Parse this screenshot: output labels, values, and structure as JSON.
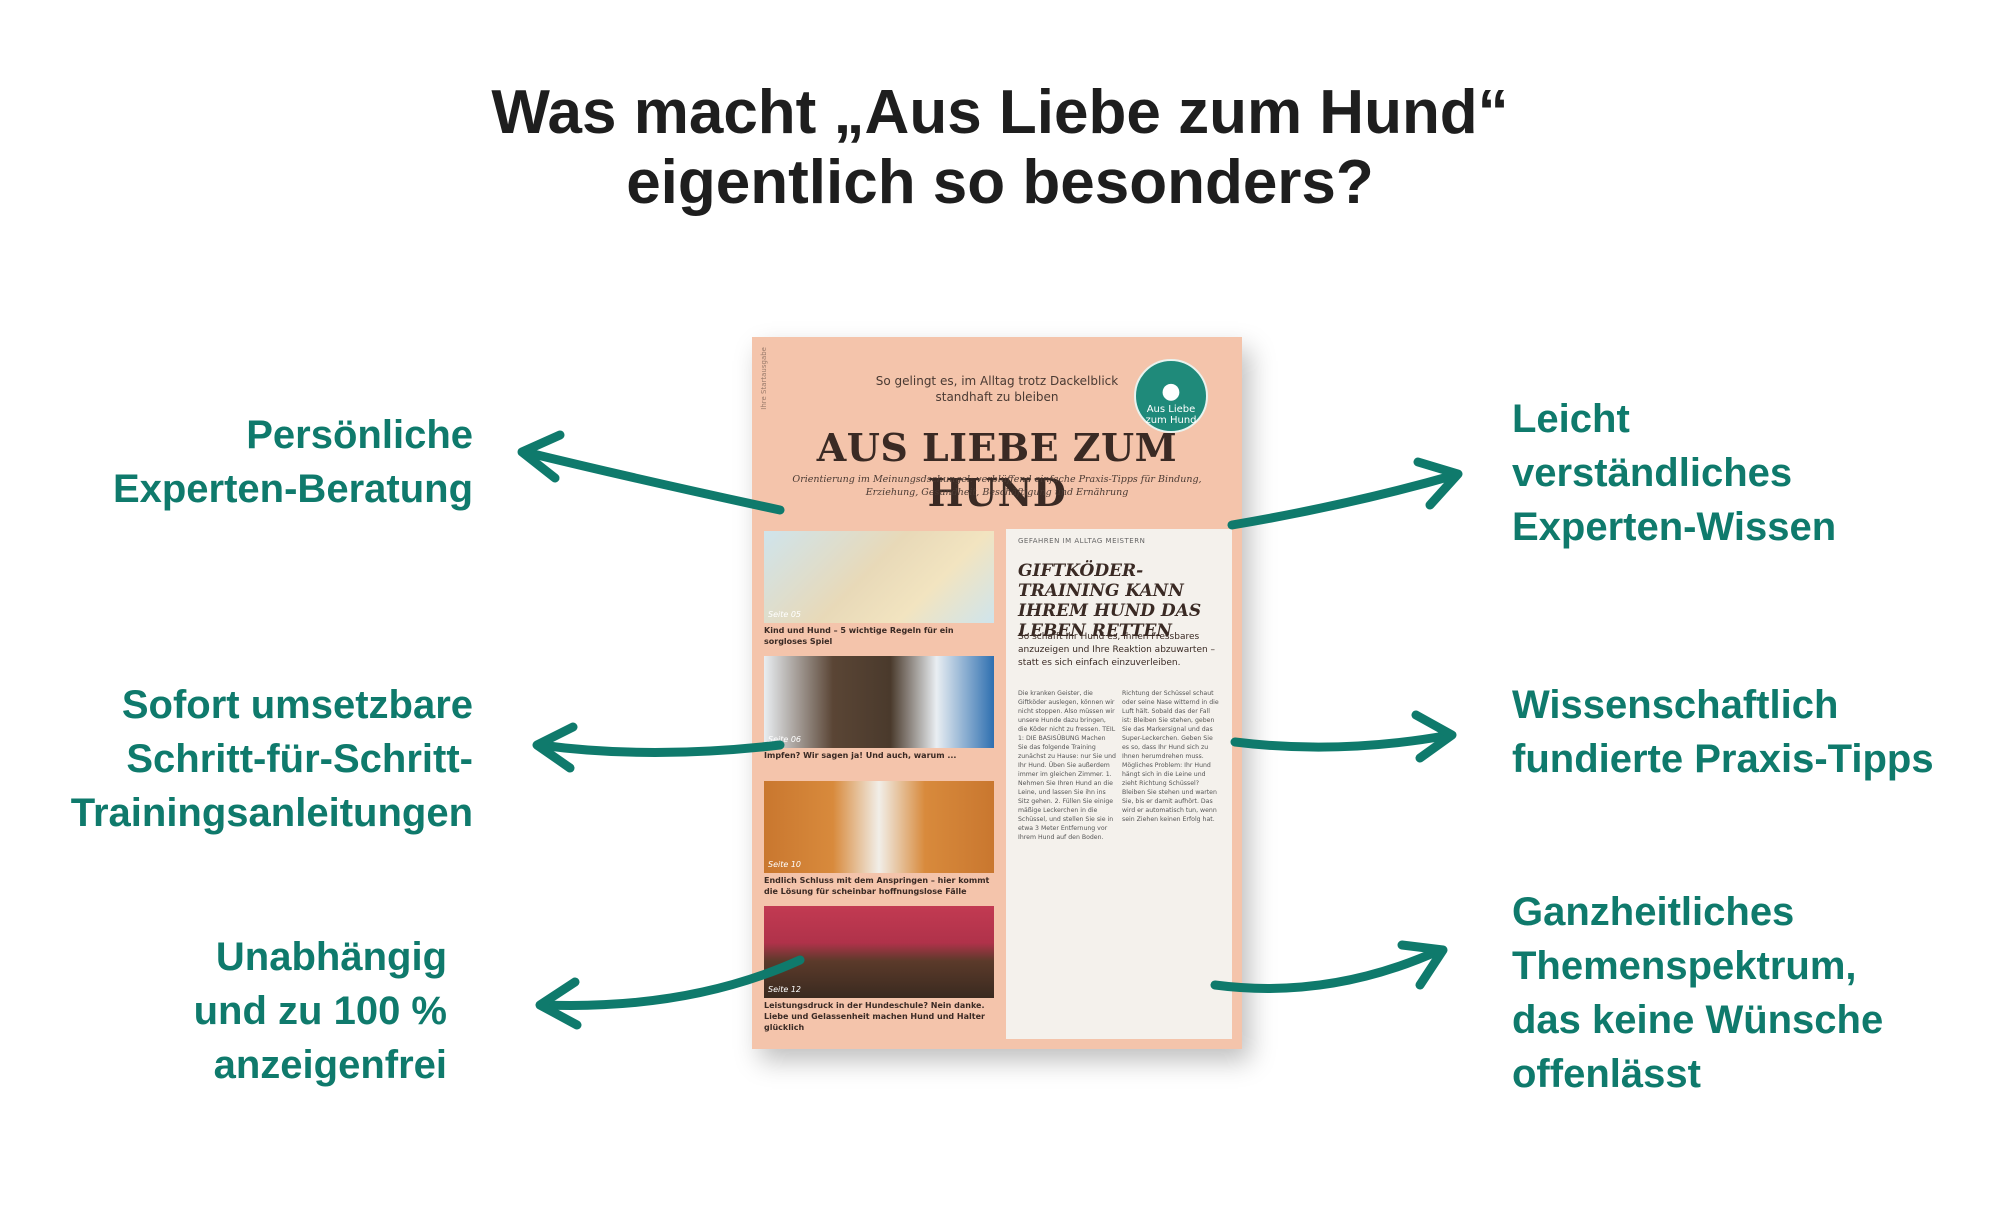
{
  "headline": {
    "line1": "Was macht „Aus Liebe zum Hund“",
    "line2": "eigentlich so besonders?"
  },
  "features_left": [
    {
      "lines": [
        "Persönliche",
        "Experten-Beratung"
      ]
    },
    {
      "lines": [
        "Sofort umsetzbare",
        "Schritt-für-Schritt-",
        "Trainingsanleitungen"
      ]
    },
    {
      "lines": [
        "Unabhängig",
        "und zu 100 %",
        "anzeigenfrei"
      ]
    }
  ],
  "features_right": [
    {
      "lines": [
        "Leicht",
        "verständliches",
        "Experten-Wissen"
      ]
    },
    {
      "lines": [
        "Wissenschaftlich",
        "fundierte Praxis-Tipps"
      ]
    },
    {
      "lines": [
        "Ganzheitliches",
        "Themenspektrum,",
        "das keine Wünsche",
        "offenlässt"
      ]
    }
  ],
  "colors": {
    "accent": "#0f7a6c",
    "heading": "#1e1e1e",
    "cover": "#f4c4ab"
  },
  "magazine": {
    "spine_text": "Ihre Startausgabe",
    "tagline": "So gelingt es, im Alltag trotz Dackelblick standhaft zu bleiben",
    "badge": "Aus Liebe zum Hund",
    "badge_icon": "paw-icon",
    "masthead": "AUS LIEBE ZUM HUND",
    "subtitle": "Orientierung im Meinungsdschungel: verblüffend einfache Praxis-Tipps für Bindung, Erziehung, Gesundheit, Beschäftigung und Ernährung",
    "teasers": [
      {
        "page": "Seite 05",
        "caption": "Kind und Hund – 5 wichtige Regeln für ein sorgloses Spiel"
      },
      {
        "page": "Seite 06",
        "caption": "Impfen? Wir sagen ja! Und auch, warum ..."
      },
      {
        "page": "Seite 10",
        "caption": "Endlich Schluss mit dem Anspringen – hier kommt die Lösung für scheinbar hoffnungslose Fälle"
      },
      {
        "page": "Seite 12",
        "caption": "Leistungsdruck in der Hundeschule? Nein danke. Liebe und Gelassenheit machen Hund und Halter glücklich"
      }
    ],
    "article": {
      "kicker": "GEFAHREN IM ALLTAG MEISTERN",
      "title": "GIFTKÖDER-TRAINING KANN IHREM HUND DAS LEBEN RETTEN",
      "lead": "So schafft Ihr Hund es, Ihnen Fressbares anzuzeigen und Ihre Reaktion abzuwarten – statt es sich einfach einzuverleiben.",
      "col1": "Die kranken Geister, die Giftköder auslegen, können wir nicht stoppen. Also müssen wir unsere Hunde dazu bringen, die Köder nicht zu fressen. TEIL 1: DIE BASISÜBUNG Machen Sie das folgende Training zunächst zu Hause: nur Sie und Ihr Hund. Üben Sie außerdem immer im gleichen Zimmer. 1. Nehmen Sie Ihren Hund an die Leine, und lassen Sie ihn ins Sitz gehen. 2. Füllen Sie einige mäßige Leckerchen in die Schüssel, und stellen Sie sie in etwa 3 Meter Entfernung vor Ihrem Hund auf den Boden.",
      "col2": "Richtung der Schüssel schaut oder seine Nase witternd in die Luft hält. Sobald das der Fall ist: Bleiben Sie stehen, geben Sie das Markersignal und das Super-Leckerchen. Geben Sie es so, dass Ihr Hund sich zu Ihnen herumdrehen muss. Mögliches Problem: Ihr Hund hängt sich in die Leine und zieht Richtung Schüssel? Bleiben Sie stehen und warten Sie, bis er damit aufhört. Das wird er automatisch tun, wenn sein Ziehen keinen Erfolg hat."
    }
  }
}
